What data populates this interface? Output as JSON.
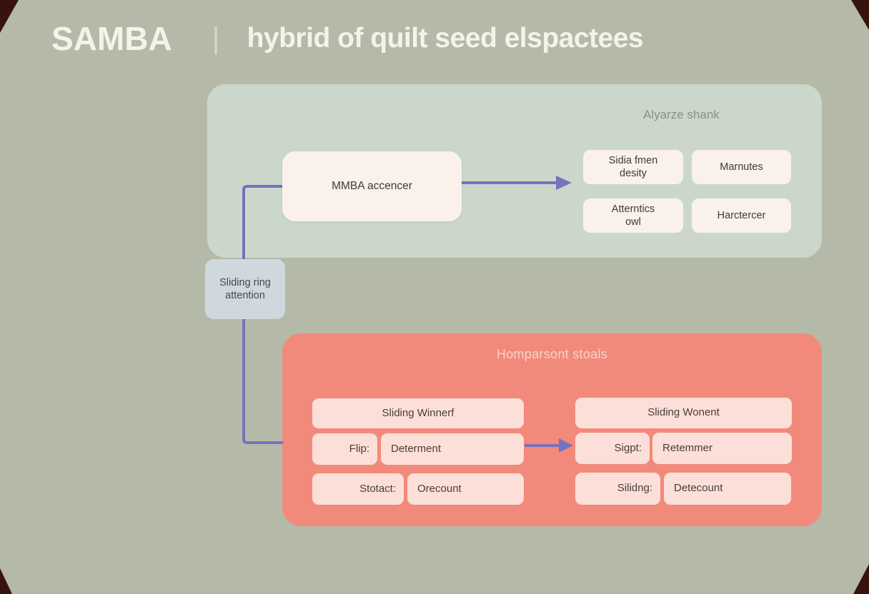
{
  "colors": {
    "bg": "#b5baa8",
    "top_panel_bg": "#ccd7cb",
    "bottom_panel_bg": "#f28a7c",
    "cream_box_bg": "#faf1ea",
    "pink_box_bg": "#fcdfd8",
    "side_box_bg": "#cfd8dd",
    "accent_purple": "#7672bd",
    "header_text": "#f5f3e9",
    "panel_label_text": "#85908a",
    "bottom_title_text": "#f7d2c9",
    "box_text": "#3d3b38",
    "pink_box_text": "#4b3d39",
    "corner_mark": "#38130e"
  },
  "header": {
    "brand": "SAMBA",
    "separator": "|",
    "subtitle": "hybrid of quilt seed elspactees"
  },
  "top_panel": {
    "label": "Alyarze shank",
    "main_box": "MMBA accencer",
    "boxes": [
      "Sidia fmen\ndesity",
      "Marnutes",
      "Atterntics\nowl",
      "Harctercer"
    ]
  },
  "side_box": "Sliding ring\nattention",
  "bottom_panel": {
    "title": "Homparsont stoals",
    "left": {
      "header": "Sliding Winnerf",
      "row1": {
        "key": "Flip:",
        "value": "Determent"
      },
      "row2": {
        "key": "Stotact:",
        "value": "Orecount"
      }
    },
    "right": {
      "header": "Sliding Wonent",
      "row1": {
        "key": "Sigpt:",
        "value": "Retemmer"
      },
      "row2": {
        "key": "Silidng:",
        "value": "Detecount"
      }
    }
  }
}
